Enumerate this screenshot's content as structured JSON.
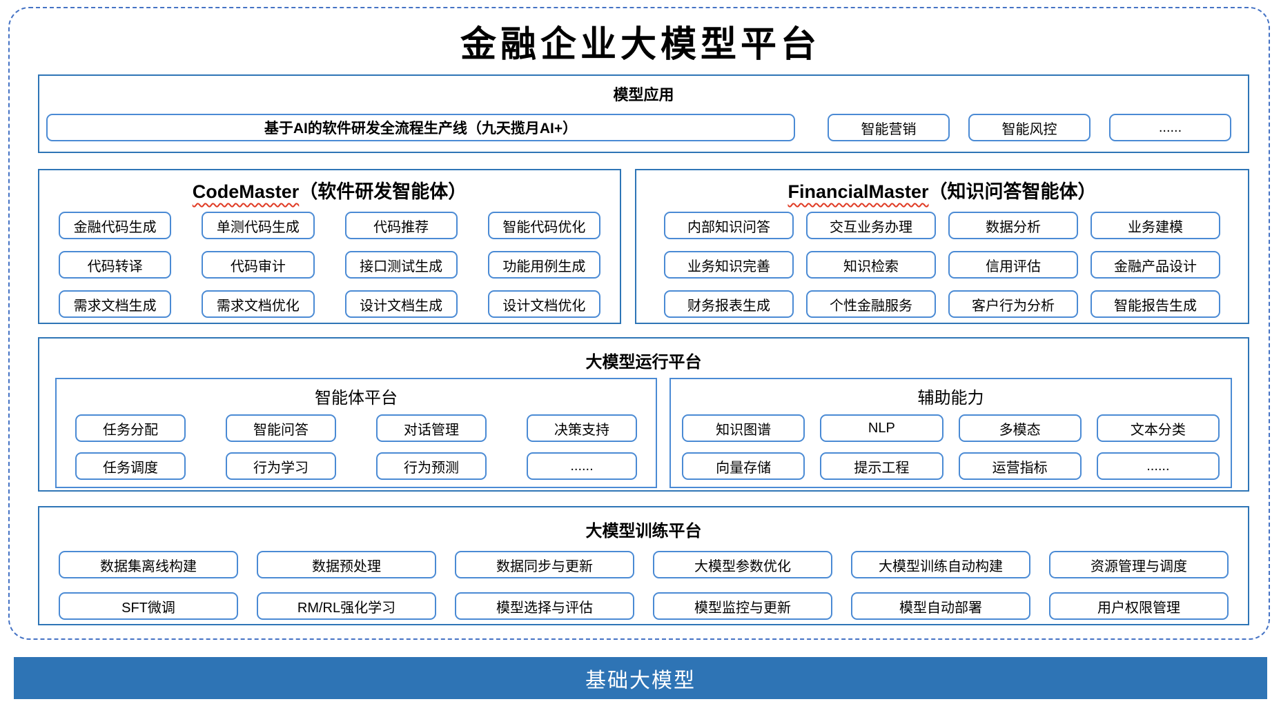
{
  "title": "金融企业大模型平台",
  "colors": {
    "section_border": "#2E75B6",
    "box_border": "#4A8AD4",
    "dashed_border": "#4472C4",
    "footer_bg": "#2E74B5",
    "spellcheck_squiggle": "#E03B24"
  },
  "sections": {
    "model_app": {
      "title": "模型应用",
      "main_item": "基于AI的软件研发全流程生产线（九天揽月AI+）",
      "items": [
        "智能营销",
        "智能风控",
        "......"
      ]
    },
    "code_master": {
      "title_en": "CodeMaster",
      "title_zh": "（软件研发智能体）",
      "items": [
        "金融代码生成",
        "单测代码生成",
        "代码推荐",
        "智能代码优化",
        "代码转译",
        "代码审计",
        "接口测试生成",
        "功能用例生成",
        "需求文档生成",
        "需求文档优化",
        "设计文档生成",
        "设计文档优化"
      ]
    },
    "financial_master": {
      "title_en": "FinancialMaster",
      "title_zh": "（知识问答智能体）",
      "items": [
        "内部知识问答",
        "交互业务办理",
        "数据分析",
        "业务建模",
        "业务知识完善",
        "知识检索",
        "信用评估",
        "金融产品设计",
        "财务报表生成",
        "个性金融服务",
        "客户行为分析",
        "智能报告生成"
      ]
    },
    "runtime": {
      "title": "大模型运行平台",
      "agent_platform": {
        "title": "智能体平台",
        "items": [
          "任务分配",
          "智能问答",
          "对话管理",
          "决策支持",
          "任务调度",
          "行为学习",
          "行为预测",
          "......"
        ]
      },
      "aux": {
        "title": "辅助能力",
        "items": [
          "知识图谱",
          "NLP",
          "多模态",
          "文本分类",
          "向量存储",
          "提示工程",
          "运营指标",
          "......"
        ]
      }
    },
    "training": {
      "title": "大模型训练平台",
      "items": [
        "数据集离线构建",
        "数据预处理",
        "数据同步与更新",
        "大模型参数优化",
        "大模型训练自动构建",
        "资源管理与调度",
        "SFT微调",
        "RM/RL强化学习",
        "模型选择与评估",
        "模型监控与更新",
        "模型自动部署",
        "用户权限管理"
      ]
    },
    "foundation": {
      "title": "基础大模型"
    }
  }
}
